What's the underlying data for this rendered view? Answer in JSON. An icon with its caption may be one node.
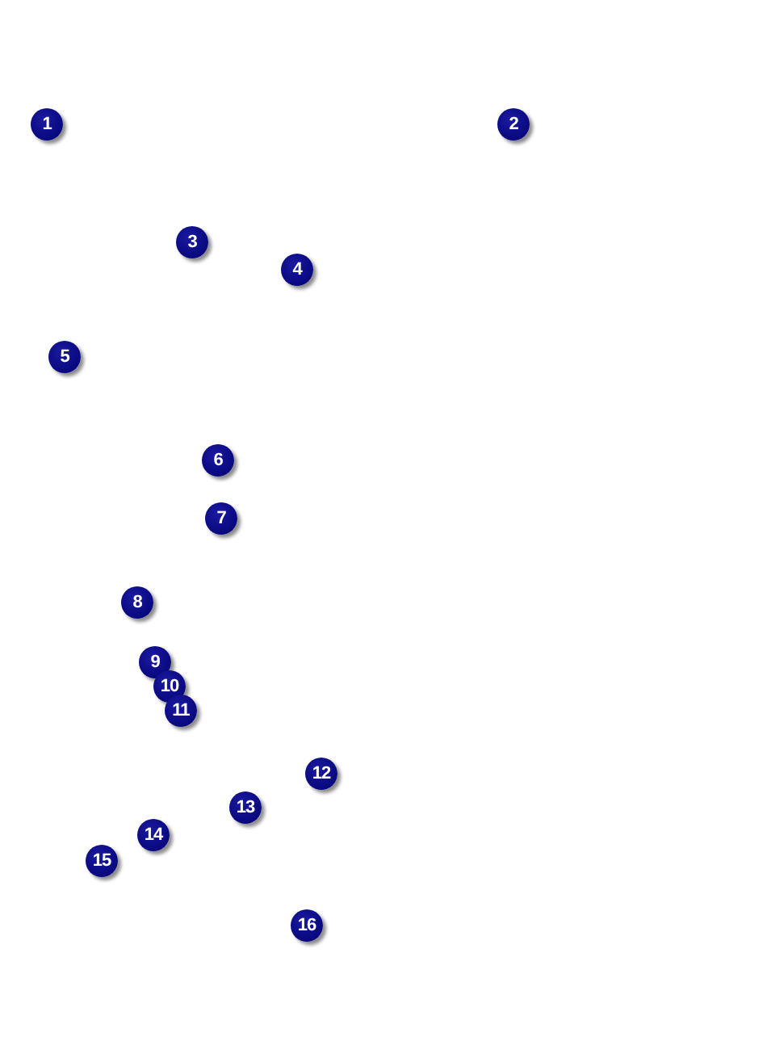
{
  "diagram": {
    "labels": [
      "1",
      "2",
      "3",
      "4",
      "5",
      "6",
      "7",
      "8",
      "9",
      "10",
      "11",
      "12",
      "13",
      "14",
      "15",
      "16"
    ]
  }
}
